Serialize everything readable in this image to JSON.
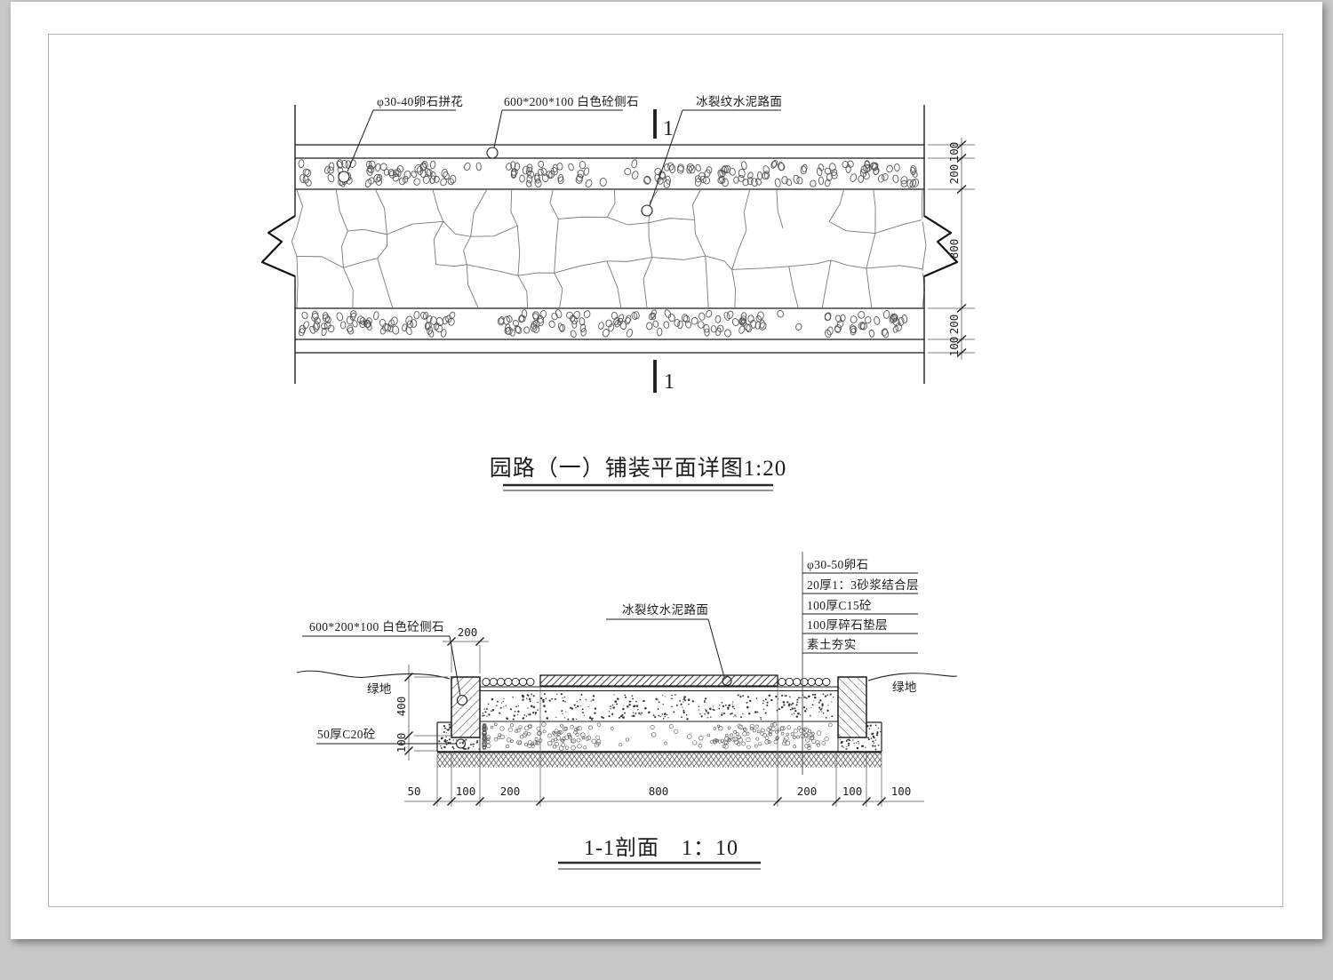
{
  "plan": {
    "callout_pebble": "φ30-40卵石拼花",
    "callout_sidestone": "600*200*100  白色砼侧石",
    "callout_pavement": "冰裂纹水泥路面",
    "marker_top": "1",
    "marker_bottom": "1",
    "dims_right": [
      "100",
      "200",
      "800",
      "200",
      "100"
    ],
    "title": "园路（一）铺装平面详图1:20"
  },
  "section": {
    "green_left": "绿地",
    "green_right": "绿地",
    "callout_sidestone": "600*200*100  白色砼侧石",
    "callout_pavement": "冰裂纹水泥路面",
    "callout_c20": "50厚C20砼",
    "dim_top": "200",
    "dims_left": [
      "400",
      "100"
    ],
    "layer_labels": [
      "φ30-50卵石",
      "20厚1：3砂浆结合层",
      "100厚C15砼",
      "100厚碎石垫层",
      "素土夯实"
    ],
    "dims_bottom": [
      "50",
      "100",
      "200",
      "800",
      "200",
      "100",
      "100"
    ],
    "title": "1-1剖面　1：10"
  }
}
